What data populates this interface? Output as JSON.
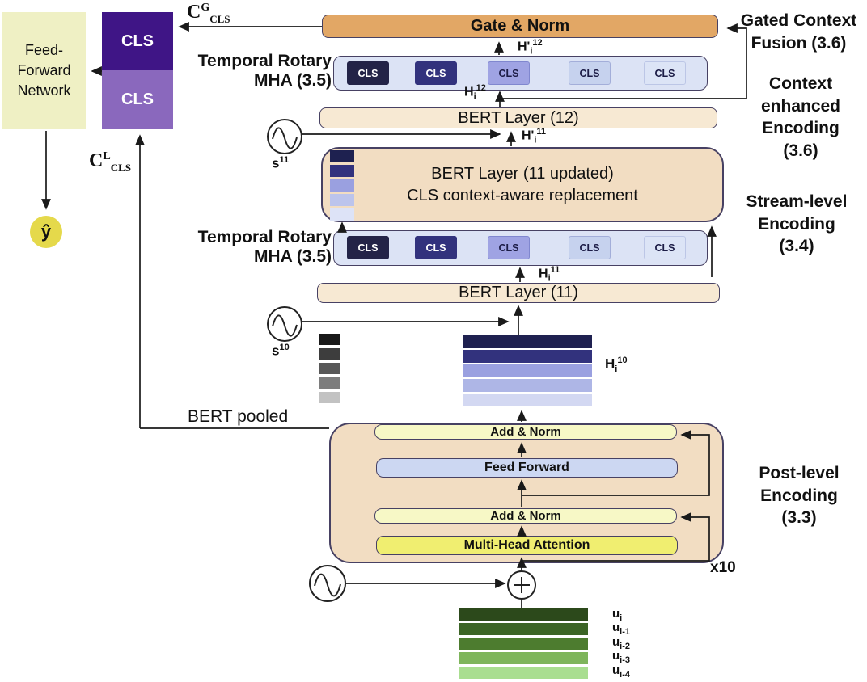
{
  "colors": {
    "gate": "#e2a765",
    "tan_bar": "#f7e9d3",
    "tan_box": "#f2ddc2",
    "cls_row_bg": "#dce3f5",
    "ffn_yellow": "#eff0c4",
    "add_norm": "#f7f8c6",
    "feed_forward": "#ccd7f2",
    "mha_yellow": "#f0ee70",
    "purple_dark": "#3f1586",
    "purple_light": "#8a68bd",
    "yhat_yellow": "#e5d94b",
    "outline": "#474163"
  },
  "boxes": {
    "ffn": "Feed-\nForward\nNetwork",
    "cls_top": "CLS",
    "cls_bottom": "CLS",
    "yhat": "ŷ",
    "gate_norm": "Gate & Norm",
    "bert12": "BERT Layer (12)",
    "bert11": "BERT Layer (11)",
    "bert11_updated": "BERT Layer (11 updated)\nCLS context-aware replacement",
    "add_norm_1": "Add & Norm",
    "feed_forward": "Feed Forward",
    "add_norm_2": "Add & Norm",
    "multi_head_attention": "Multi-Head Attention"
  },
  "labels": {
    "temporal_rotary_mha_1": "Temporal Rotary\nMHA (3.5)",
    "temporal_rotary_mha_2": "Temporal Rotary\nMHA (3.5)",
    "gated_context_fusion": "Gated Context\nFusion (3.6)",
    "context_enhanced": "Context\nenhanced\nEncoding\n(3.6)",
    "stream_level": "Stream-level\nEncoding\n(3.4)",
    "post_level": "Post-level\nEncoding\n(3.3)",
    "bert_pooled": "BERT pooled",
    "x10": "x10"
  },
  "math": {
    "c_g": {
      "parts": [
        [
          "b",
          "C"
        ],
        [
          "sp",
          "G"
        ],
        [
          "sb",
          "CLS"
        ]
      ]
    },
    "c_l": {
      "parts": [
        [
          "b",
          "C"
        ],
        [
          "sp",
          "L"
        ],
        [
          "sb",
          "CLS"
        ]
      ]
    },
    "h12_prime": {
      "parts": [
        [
          "b",
          "H'"
        ],
        [
          "sb",
          "i"
        ],
        [
          "sp",
          "12"
        ]
      ]
    },
    "h12": {
      "parts": [
        [
          "b",
          "H"
        ],
        [
          "sb",
          "i"
        ],
        [
          "sp",
          "12"
        ]
      ]
    },
    "h11_prime": {
      "parts": [
        [
          "b",
          "H'"
        ],
        [
          "sb",
          "i"
        ],
        [
          "sp",
          "11"
        ]
      ]
    },
    "h11": {
      "parts": [
        [
          "b",
          "H"
        ],
        [
          "sb",
          "i"
        ],
        [
          "sp",
          "11"
        ]
      ]
    },
    "h10": {
      "parts": [
        [
          "b",
          "H"
        ],
        [
          "sb",
          "i"
        ],
        [
          "sp",
          "10"
        ]
      ]
    },
    "s11": {
      "parts": [
        [
          "b",
          "s"
        ],
        [
          "sp",
          "11"
        ]
      ]
    },
    "s10": {
      "parts": [
        [
          "b",
          "s"
        ],
        [
          "sp",
          "10"
        ]
      ]
    }
  },
  "cls_row": {
    "token_label": "CLS",
    "tokens": [
      {
        "bg": "#232347",
        "fg": "#ffffff",
        "border": "#232347"
      },
      {
        "bg": "#32327d",
        "fg": "#ffffff",
        "border": "#32327d"
      },
      {
        "bg": "#9fa3e3",
        "fg": "#1c1c46",
        "border": "#8087cf"
      },
      {
        "bg": "#c6d2ee",
        "fg": "#1c1c46",
        "border": "#a3aed9"
      },
      {
        "bg": "#dce4f6",
        "fg": "#1c1c46",
        "border": "#bcc6e6"
      }
    ]
  },
  "stacks": {
    "h10_bars": [
      "#1f2150",
      "#32327d",
      "#9aa0e0",
      "#aeb6e6",
      "#d3d8f2"
    ],
    "bigbox_bars": [
      "#1e2150",
      "#32327d",
      "#9aa0e0",
      "#bcc4ec",
      "#dde3f7"
    ],
    "gray_bars": [
      "#191919",
      "#3d3d3d",
      "#585858",
      "#7d7d7d",
      "#c2c2c2"
    ],
    "green_bars": [
      "#2c491b",
      "#3c6526",
      "#4d7c2f",
      "#7eb55b",
      "#a9de90"
    ]
  },
  "u_labels": [
    {
      "parts": [
        [
          "b",
          "u"
        ],
        [
          "sb",
          "i"
        ]
      ]
    },
    {
      "parts": [
        [
          "b",
          "u"
        ],
        [
          "sb",
          "i-1"
        ]
      ]
    },
    {
      "parts": [
        [
          "b",
          "u"
        ],
        [
          "sb",
          "i-2"
        ]
      ]
    },
    {
      "parts": [
        [
          "b",
          "u"
        ],
        [
          "sb",
          "i-3"
        ]
      ]
    },
    {
      "parts": [
        [
          "b",
          "u"
        ],
        [
          "sb",
          "i-4"
        ]
      ]
    }
  ]
}
